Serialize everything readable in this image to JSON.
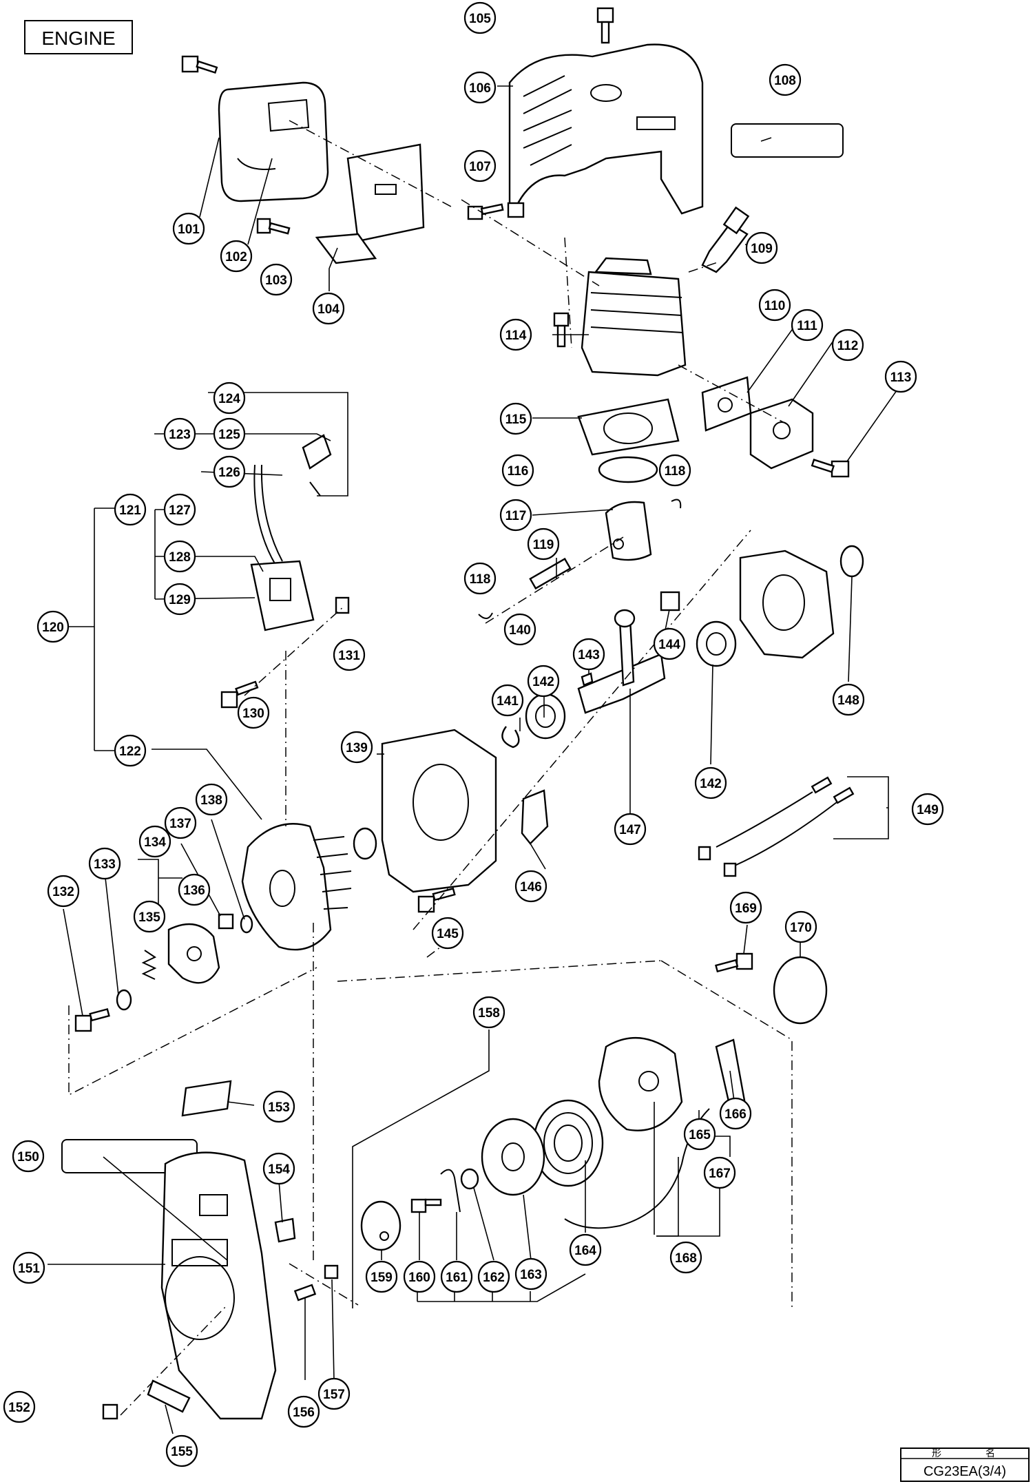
{
  "section_title": "ENGINE",
  "model_box": {
    "header_left": "形",
    "header_right": "名",
    "model": "CG23EA(3/4)"
  },
  "parts": [
    {
      "no": "101"
    },
    {
      "no": "102"
    },
    {
      "no": "103"
    },
    {
      "no": "104"
    },
    {
      "no": "105"
    },
    {
      "no": "106"
    },
    {
      "no": "107"
    },
    {
      "no": "108"
    },
    {
      "no": "109"
    },
    {
      "no": "110"
    },
    {
      "no": "111"
    },
    {
      "no": "112"
    },
    {
      "no": "113"
    },
    {
      "no": "114"
    },
    {
      "no": "115"
    },
    {
      "no": "116"
    },
    {
      "no": "117"
    },
    {
      "no": "118"
    },
    {
      "no": "119"
    },
    {
      "no": "118"
    },
    {
      "no": "120"
    },
    {
      "no": "121"
    },
    {
      "no": "122"
    },
    {
      "no": "123"
    },
    {
      "no": "124"
    },
    {
      "no": "125"
    },
    {
      "no": "126"
    },
    {
      "no": "127"
    },
    {
      "no": "128"
    },
    {
      "no": "129"
    },
    {
      "no": "130"
    },
    {
      "no": "131"
    },
    {
      "no": "132"
    },
    {
      "no": "133"
    },
    {
      "no": "134"
    },
    {
      "no": "135"
    },
    {
      "no": "136"
    },
    {
      "no": "137"
    },
    {
      "no": "138"
    },
    {
      "no": "139"
    },
    {
      "no": "140"
    },
    {
      "no": "141"
    },
    {
      "no": "142"
    },
    {
      "no": "143"
    },
    {
      "no": "144"
    },
    {
      "no": "142"
    },
    {
      "no": "145"
    },
    {
      "no": "146"
    },
    {
      "no": "147"
    },
    {
      "no": "148"
    },
    {
      "no": "149"
    },
    {
      "no": "150"
    },
    {
      "no": "151"
    },
    {
      "no": "152"
    },
    {
      "no": "153"
    },
    {
      "no": "154"
    },
    {
      "no": "155"
    },
    {
      "no": "156"
    },
    {
      "no": "157"
    },
    {
      "no": "158"
    },
    {
      "no": "159"
    },
    {
      "no": "160"
    },
    {
      "no": "161"
    },
    {
      "no": "162"
    },
    {
      "no": "163"
    },
    {
      "no": "164"
    },
    {
      "no": "165"
    },
    {
      "no": "166"
    },
    {
      "no": "167"
    },
    {
      "no": "168"
    },
    {
      "no": "169"
    },
    {
      "no": "170"
    }
  ]
}
